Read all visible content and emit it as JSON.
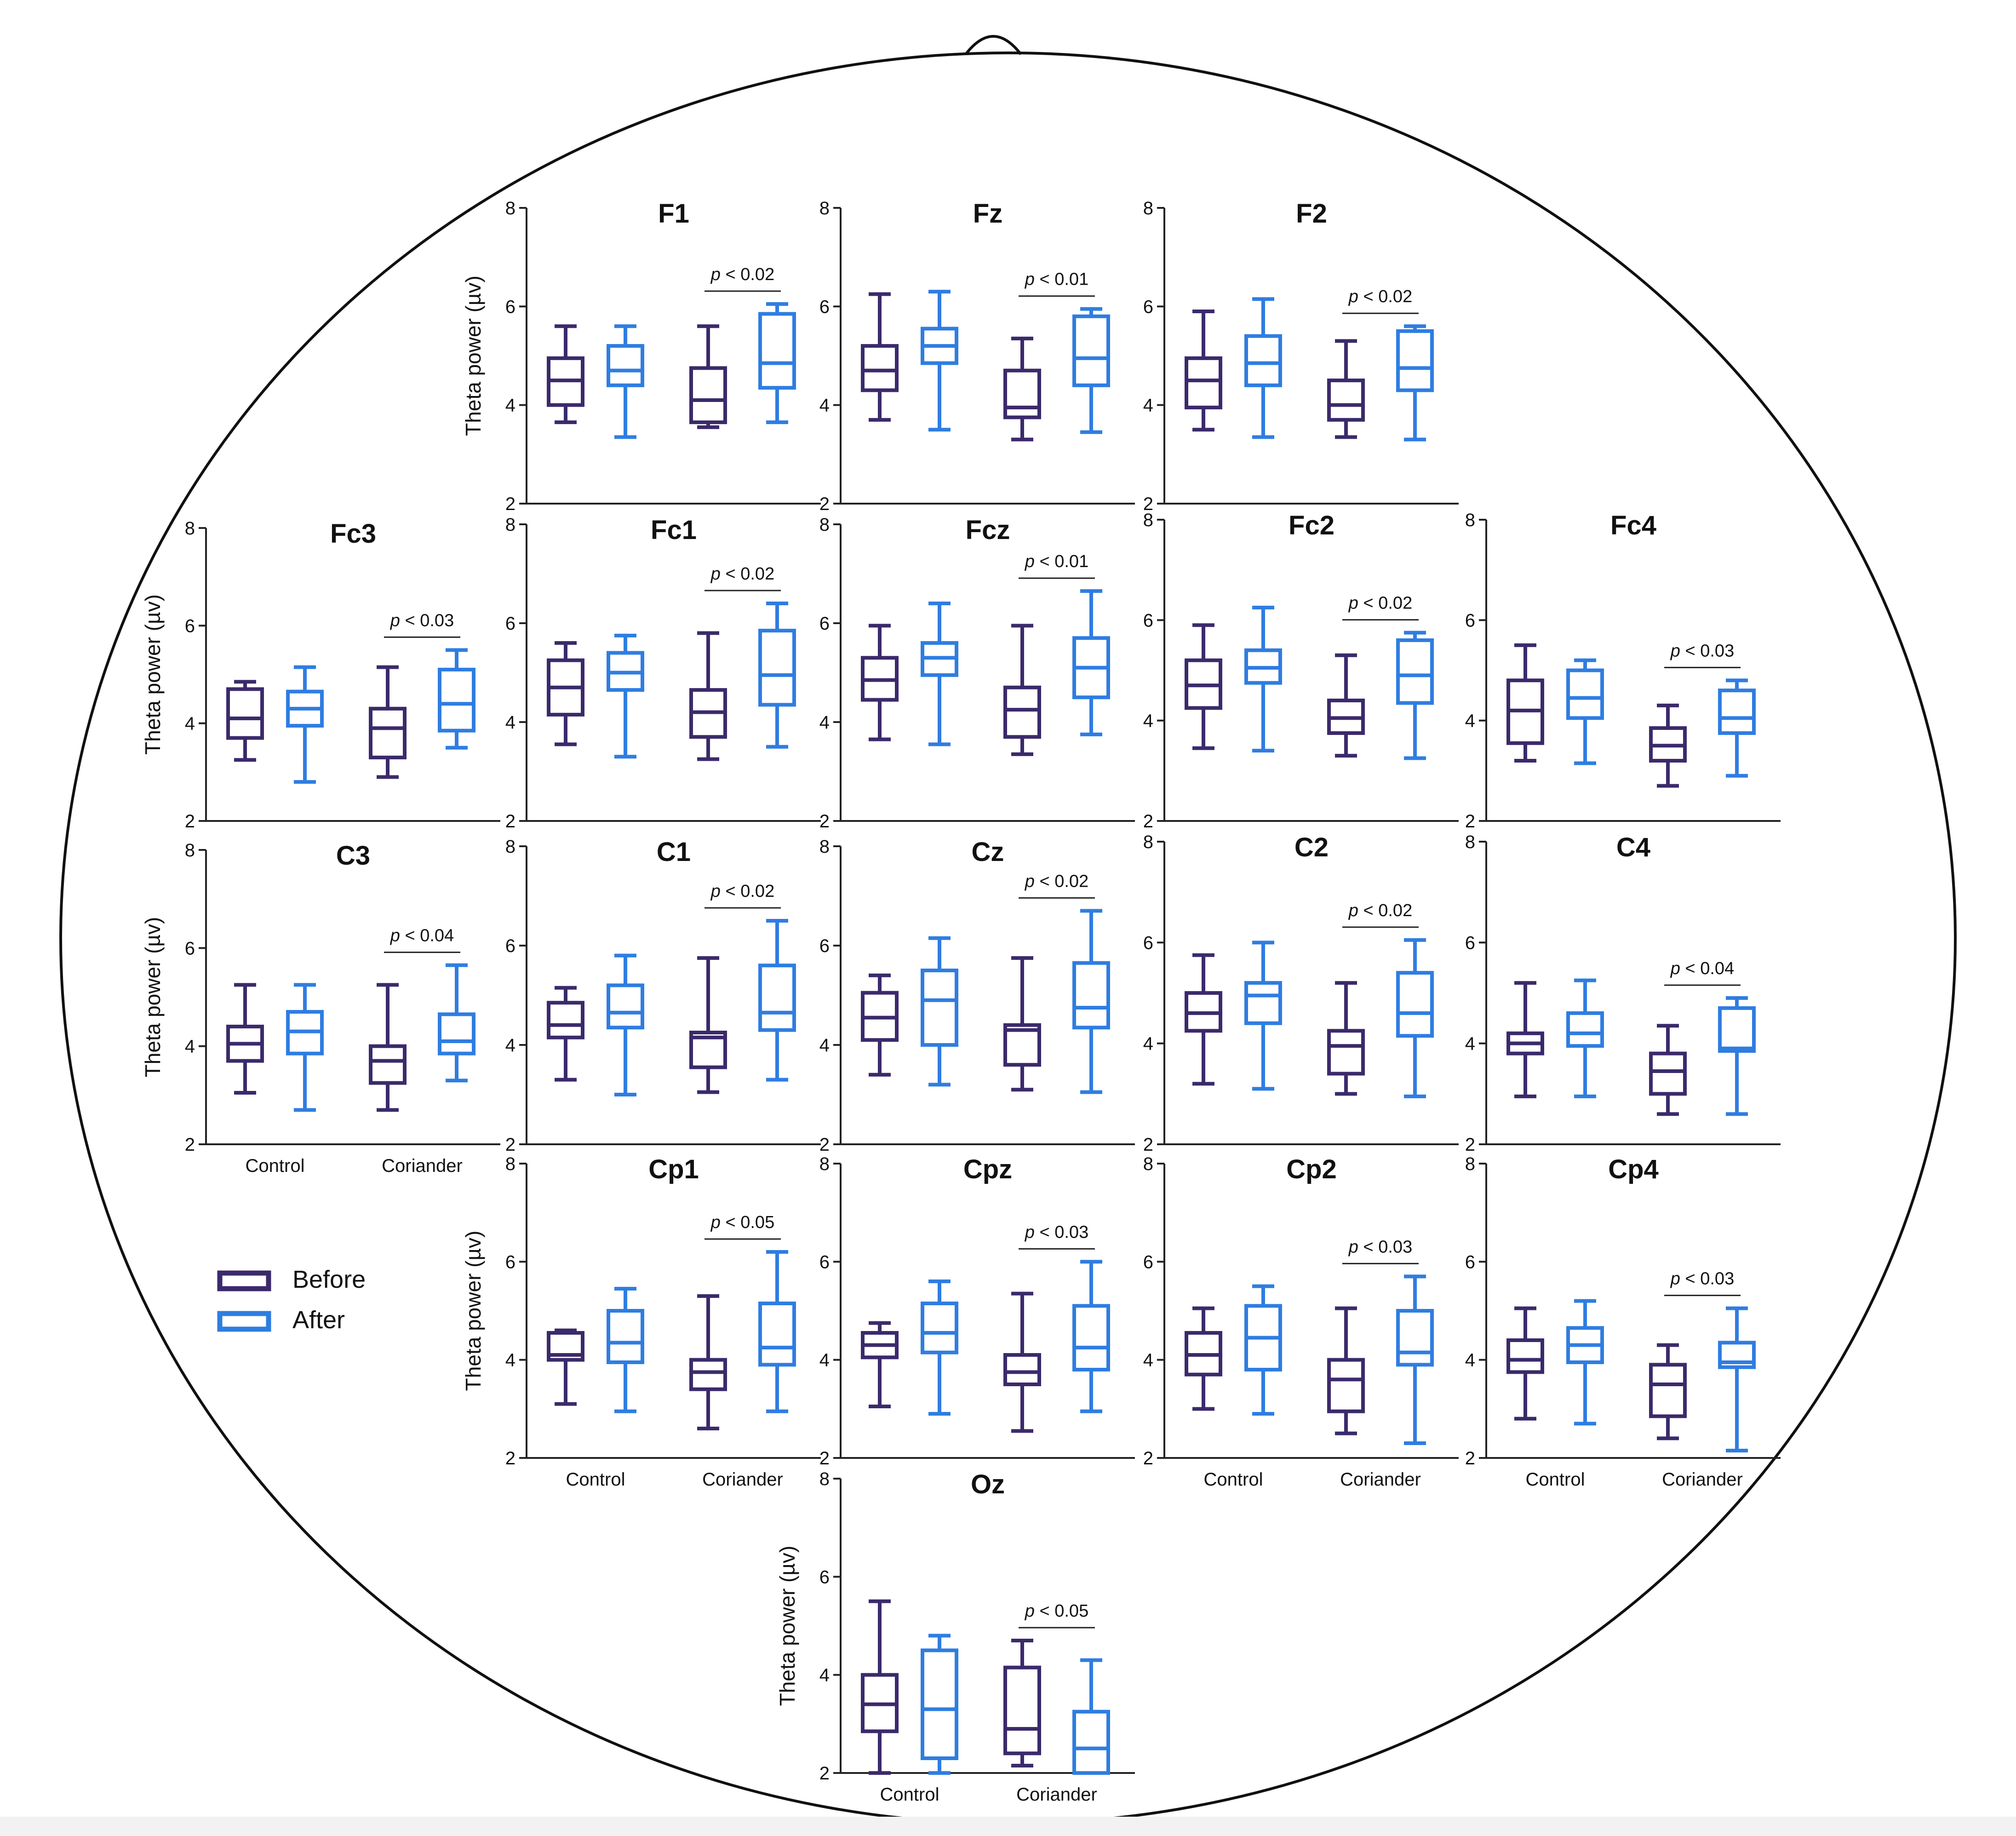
{
  "legend": {
    "before_label": "Before",
    "after_label": "After"
  },
  "colors": {
    "before": "#3b2a6b",
    "after": "#2f7de1",
    "axis": "#222222",
    "head_outline": "#111111"
  },
  "axis_ticks": [
    "2",
    "4",
    "6",
    "8"
  ],
  "y_axis_label": "Theta power (µv)",
  "group_labels": [
    "Control",
    "Coriander"
  ],
  "chart_data": [
    {
      "type": "box",
      "title": "F1",
      "ylim": [
        2,
        8
      ],
      "ylabel": "Theta power (µv)",
      "pvalue": "p < 0.02",
      "series": [
        {
          "name": "Before",
          "values": [
            {
              "min": 3.65,
              "q1": 4.0,
              "median": 4.5,
              "q3": 4.95,
              "max": 5.6
            },
            {
              "min": 3.55,
              "q1": 3.65,
              "median": 4.1,
              "q3": 4.75,
              "max": 5.6
            }
          ]
        },
        {
          "name": "After",
          "values": [
            {
              "min": 3.35,
              "q1": 4.4,
              "median": 4.7,
              "q3": 5.2,
              "max": 5.6
            },
            {
              "min": 3.65,
              "q1": 4.35,
              "median": 4.85,
              "q3": 5.85,
              "max": 6.05
            }
          ]
        }
      ]
    },
    {
      "type": "box",
      "title": "Fz",
      "ylim": [
        2,
        8
      ],
      "pvalue": "p < 0.01",
      "series": [
        {
          "name": "Before",
          "values": [
            {
              "min": 3.7,
              "q1": 4.3,
              "median": 4.7,
              "q3": 5.2,
              "max": 6.25
            },
            {
              "min": 3.3,
              "q1": 3.75,
              "median": 3.95,
              "q3": 4.7,
              "max": 5.35
            }
          ]
        },
        {
          "name": "After",
          "values": [
            {
              "min": 3.5,
              "q1": 4.85,
              "median": 5.2,
              "q3": 5.55,
              "max": 6.3
            },
            {
              "min": 3.45,
              "q1": 4.4,
              "median": 4.95,
              "q3": 5.8,
              "max": 5.95
            }
          ]
        }
      ]
    },
    {
      "type": "box",
      "title": "F2",
      "ylim": [
        2,
        8
      ],
      "pvalue": "p < 0.02",
      "series": [
        {
          "name": "Before",
          "values": [
            {
              "min": 3.5,
              "q1": 3.95,
              "median": 4.5,
              "q3": 4.95,
              "max": 5.9
            },
            {
              "min": 3.35,
              "q1": 3.7,
              "median": 4.0,
              "q3": 4.5,
              "max": 5.3
            }
          ]
        },
        {
          "name": "After",
          "values": [
            {
              "min": 3.35,
              "q1": 4.4,
              "median": 4.85,
              "q3": 5.4,
              "max": 6.15
            },
            {
              "min": 3.3,
              "q1": 4.3,
              "median": 4.75,
              "q3": 5.5,
              "max": 5.6
            }
          ]
        }
      ]
    },
    {
      "type": "box",
      "title": "Fc3",
      "ylim": [
        2,
        8
      ],
      "ylabel": "Theta power (µv)",
      "pvalue": "p < 0.03",
      "series": [
        {
          "name": "Before",
          "values": [
            {
              "min": 3.25,
              "q1": 3.7,
              "median": 4.1,
              "q3": 4.7,
              "max": 4.85
            },
            {
              "min": 2.9,
              "q1": 3.3,
              "median": 3.9,
              "q3": 4.3,
              "max": 5.15
            }
          ]
        },
        {
          "name": "After",
          "values": [
            {
              "min": 2.8,
              "q1": 3.95,
              "median": 4.3,
              "q3": 4.65,
              "max": 5.15
            },
            {
              "min": 3.5,
              "q1": 3.85,
              "median": 4.4,
              "q3": 5.1,
              "max": 5.5
            }
          ]
        }
      ]
    },
    {
      "type": "box",
      "title": "Fc1",
      "ylim": [
        2,
        8
      ],
      "pvalue": "p < 0.02",
      "series": [
        {
          "name": "Before",
          "values": [
            {
              "min": 3.55,
              "q1": 4.15,
              "median": 4.7,
              "q3": 5.25,
              "max": 5.6
            },
            {
              "min": 3.25,
              "q1": 3.7,
              "median": 4.2,
              "q3": 4.65,
              "max": 5.8
            }
          ]
        },
        {
          "name": "After",
          "values": [
            {
              "min": 3.3,
              "q1": 4.65,
              "median": 5.0,
              "q3": 5.4,
              "max": 5.75
            },
            {
              "min": 3.5,
              "q1": 4.35,
              "median": 4.95,
              "q3": 5.85,
              "max": 6.4
            }
          ]
        }
      ]
    },
    {
      "type": "box",
      "title": "Fcz",
      "ylim": [
        2,
        8
      ],
      "pvalue": "p < 0.01",
      "series": [
        {
          "name": "Before",
          "values": [
            {
              "min": 3.65,
              "q1": 4.45,
              "median": 4.85,
              "q3": 5.3,
              "max": 5.95
            },
            {
              "min": 3.35,
              "q1": 3.7,
              "median": 4.25,
              "q3": 4.7,
              "max": 5.95
            }
          ]
        },
        {
          "name": "After",
          "values": [
            {
              "min": 3.55,
              "q1": 4.95,
              "median": 5.3,
              "q3": 5.6,
              "max": 6.4
            },
            {
              "min": 3.75,
              "q1": 4.5,
              "median": 5.1,
              "q3": 5.7,
              "max": 6.65
            }
          ]
        }
      ]
    },
    {
      "type": "box",
      "title": "Fc2",
      "ylim": [
        2,
        8
      ],
      "pvalue": "p < 0.02",
      "series": [
        {
          "name": "Before",
          "values": [
            {
              "min": 3.45,
              "q1": 4.25,
              "median": 4.7,
              "q3": 5.2,
              "max": 5.9
            },
            {
              "min": 3.3,
              "q1": 3.75,
              "median": 4.05,
              "q3": 4.4,
              "max": 5.3
            }
          ]
        },
        {
          "name": "After",
          "values": [
            {
              "min": 3.4,
              "q1": 4.75,
              "median": 5.05,
              "q3": 5.4,
              "max": 6.25
            },
            {
              "min": 3.25,
              "q1": 4.35,
              "median": 4.9,
              "q3": 5.6,
              "max": 5.75
            }
          ]
        }
      ]
    },
    {
      "type": "box",
      "title": "Fc4",
      "ylim": [
        2,
        8
      ],
      "pvalue": "p < 0.03",
      "series": [
        {
          "name": "Before",
          "values": [
            {
              "min": 3.2,
              "q1": 3.55,
              "median": 4.2,
              "q3": 4.8,
              "max": 5.5
            },
            {
              "min": 2.7,
              "q1": 3.2,
              "median": 3.5,
              "q3": 3.85,
              "max": 4.3
            }
          ]
        },
        {
          "name": "After",
          "values": [
            {
              "min": 3.15,
              "q1": 4.05,
              "median": 4.45,
              "q3": 5.0,
              "max": 5.2
            },
            {
              "min": 2.9,
              "q1": 3.75,
              "median": 4.05,
              "q3": 4.6,
              "max": 4.8
            }
          ]
        }
      ]
    },
    {
      "type": "box",
      "title": "C3",
      "ylim": [
        2,
        8
      ],
      "ylabel": "Theta power (µv)",
      "categories": [
        "Control",
        "Coriander"
      ],
      "pvalue": "p < 0.04",
      "series": [
        {
          "name": "Before",
          "values": [
            {
              "min": 3.05,
              "q1": 3.7,
              "median": 4.05,
              "q3": 4.4,
              "max": 5.25
            },
            {
              "min": 2.7,
              "q1": 3.25,
              "median": 3.7,
              "q3": 4.0,
              "max": 5.25
            }
          ]
        },
        {
          "name": "After",
          "values": [
            {
              "min": 2.7,
              "q1": 3.85,
              "median": 4.3,
              "q3": 4.7,
              "max": 5.25
            },
            {
              "min": 3.3,
              "q1": 3.85,
              "median": 4.1,
              "q3": 4.65,
              "max": 5.65
            }
          ]
        }
      ]
    },
    {
      "type": "box",
      "title": "C1",
      "ylim": [
        2,
        8
      ],
      "pvalue": "p < 0.02",
      "series": [
        {
          "name": "Before",
          "values": [
            {
              "min": 3.3,
              "q1": 4.15,
              "median": 4.4,
              "q3": 4.85,
              "max": 5.15
            },
            {
              "min": 3.05,
              "q1": 3.55,
              "median": 4.15,
              "q3": 4.25,
              "max": 5.75
            }
          ]
        },
        {
          "name": "After",
          "values": [
            {
              "min": 3.0,
              "q1": 4.35,
              "median": 4.65,
              "q3": 5.2,
              "max": 5.8
            },
            {
              "min": 3.3,
              "q1": 4.3,
              "median": 4.65,
              "q3": 5.6,
              "max": 6.5
            }
          ]
        }
      ]
    },
    {
      "type": "box",
      "title": "Cz",
      "ylim": [
        2,
        8
      ],
      "pvalue": "p < 0.02",
      "series": [
        {
          "name": "Before",
          "values": [
            {
              "min": 3.4,
              "q1": 4.1,
              "median": 4.55,
              "q3": 5.05,
              "max": 5.4
            },
            {
              "min": 3.1,
              "q1": 3.6,
              "median": 4.3,
              "q3": 4.4,
              "max": 5.75
            }
          ]
        },
        {
          "name": "After",
          "values": [
            {
              "min": 3.2,
              "q1": 4.0,
              "median": 4.9,
              "q3": 5.5,
              "max": 6.15
            },
            {
              "min": 3.05,
              "q1": 4.35,
              "median": 4.75,
              "q3": 5.65,
              "max": 6.7
            }
          ]
        }
      ]
    },
    {
      "type": "box",
      "title": "C2",
      "ylim": [
        2,
        8
      ],
      "pvalue": "p < 0.02",
      "series": [
        {
          "name": "Before",
          "values": [
            {
              "min": 3.2,
              "q1": 4.25,
              "median": 4.6,
              "q3": 5.0,
              "max": 5.75
            },
            {
              "min": 3.0,
              "q1": 3.4,
              "median": 3.95,
              "q3": 4.25,
              "max": 5.2
            }
          ]
        },
        {
          "name": "After",
          "values": [
            {
              "min": 3.1,
              "q1": 4.4,
              "median": 4.95,
              "q3": 5.2,
              "max": 6.0
            },
            {
              "min": 2.95,
              "q1": 4.15,
              "median": 4.6,
              "q3": 5.4,
              "max": 6.05
            }
          ]
        }
      ]
    },
    {
      "type": "box",
      "title": "C4",
      "ylim": [
        2,
        8
      ],
      "pvalue": "p < 0.04",
      "series": [
        {
          "name": "Before",
          "values": [
            {
              "min": 2.95,
              "q1": 3.8,
              "median": 4.0,
              "q3": 4.2,
              "max": 5.2
            },
            {
              "min": 2.6,
              "q1": 3.0,
              "median": 3.45,
              "q3": 3.8,
              "max": 4.35
            }
          ]
        },
        {
          "name": "After",
          "values": [
            {
              "min": 2.95,
              "q1": 3.95,
              "median": 4.2,
              "q3": 4.6,
              "max": 5.25
            },
            {
              "min": 2.6,
              "q1": 3.85,
              "median": 3.9,
              "q3": 4.7,
              "max": 4.9
            }
          ]
        }
      ]
    },
    {
      "type": "box",
      "title": "Cp1",
      "ylim": [
        2,
        8
      ],
      "ylabel": "Theta power (µv)",
      "categories": [
        "Control",
        "Coriander"
      ],
      "pvalue": "p < 0.05",
      "series": [
        {
          "name": "Before",
          "values": [
            {
              "min": 3.1,
              "q1": 4.0,
              "median": 4.1,
              "q3": 4.55,
              "max": 4.6
            },
            {
              "min": 2.6,
              "q1": 3.4,
              "median": 3.75,
              "q3": 4.0,
              "max": 5.3
            }
          ]
        },
        {
          "name": "After",
          "values": [
            {
              "min": 2.95,
              "q1": 3.95,
              "median": 4.35,
              "q3": 5.0,
              "max": 5.45
            },
            {
              "min": 2.95,
              "q1": 3.9,
              "median": 4.25,
              "q3": 5.15,
              "max": 6.2
            }
          ]
        }
      ]
    },
    {
      "type": "box",
      "title": "Cpz",
      "ylim": [
        2,
        8
      ],
      "pvalue": "p < 0.03",
      "series": [
        {
          "name": "Before",
          "values": [
            {
              "min": 3.05,
              "q1": 4.05,
              "median": 4.3,
              "q3": 4.55,
              "max": 4.75
            },
            {
              "min": 2.55,
              "q1": 3.5,
              "median": 3.75,
              "q3": 4.1,
              "max": 5.35
            }
          ]
        },
        {
          "name": "After",
          "values": [
            {
              "min": 2.9,
              "q1": 4.15,
              "median": 4.55,
              "q3": 5.15,
              "max": 5.6
            },
            {
              "min": 2.95,
              "q1": 3.8,
              "median": 4.25,
              "q3": 5.1,
              "max": 6.0
            }
          ]
        }
      ]
    },
    {
      "type": "box",
      "title": "Cp2",
      "ylim": [
        2,
        8
      ],
      "categories": [
        "Control",
        "Coriander"
      ],
      "pvalue": "p < 0.03",
      "series": [
        {
          "name": "Before",
          "values": [
            {
              "min": 3.0,
              "q1": 3.7,
              "median": 4.1,
              "q3": 4.55,
              "max": 5.05
            },
            {
              "min": 2.5,
              "q1": 2.95,
              "median": 3.6,
              "q3": 4.0,
              "max": 5.05
            }
          ]
        },
        {
          "name": "After",
          "values": [
            {
              "min": 2.9,
              "q1": 3.8,
              "median": 4.45,
              "q3": 5.1,
              "max": 5.5
            },
            {
              "min": 2.3,
              "q1": 3.9,
              "median": 4.15,
              "q3": 5.0,
              "max": 5.7
            }
          ]
        }
      ]
    },
    {
      "type": "box",
      "title": "Cp4",
      "ylim": [
        2,
        8
      ],
      "categories": [
        "Control",
        "Coriander"
      ],
      "pvalue": "p < 0.03",
      "series": [
        {
          "name": "Before",
          "values": [
            {
              "min": 2.8,
              "q1": 3.75,
              "median": 4.0,
              "q3": 4.4,
              "max": 5.05
            },
            {
              "min": 2.4,
              "q1": 2.85,
              "median": 3.5,
              "q3": 3.9,
              "max": 4.3
            }
          ]
        },
        {
          "name": "After",
          "values": [
            {
              "min": 2.7,
              "q1": 3.95,
              "median": 4.3,
              "q3": 4.65,
              "max": 5.2
            },
            {
              "min": 2.15,
              "q1": 3.85,
              "median": 3.95,
              "q3": 4.35,
              "max": 5.05
            }
          ]
        }
      ]
    },
    {
      "type": "box",
      "title": "Oz",
      "ylim": [
        2,
        8
      ],
      "ylabel": "Theta power (µv)",
      "categories": [
        "Control",
        "Coriander"
      ],
      "pvalue": "p < 0.05",
      "series": [
        {
          "name": "Before",
          "values": [
            {
              "min": 2.0,
              "q1": 2.85,
              "median": 3.4,
              "q3": 4.0,
              "max": 5.5
            },
            {
              "min": 2.15,
              "q1": 2.4,
              "median": 2.9,
              "q3": 4.15,
              "max": 4.7
            }
          ]
        },
        {
          "name": "After",
          "values": [
            {
              "min": 2.0,
              "q1": 2.3,
              "median": 3.3,
              "q3": 4.5,
              "max": 4.8
            },
            {
              "min": 2.0,
              "q1": 2.0,
              "median": 2.5,
              "q3": 3.25,
              "max": 4.3
            }
          ]
        }
      ]
    }
  ]
}
